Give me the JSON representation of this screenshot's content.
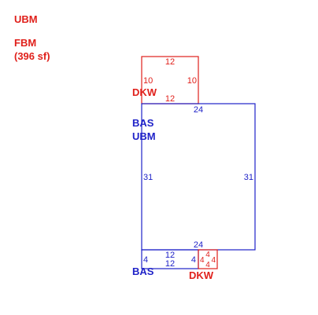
{
  "colors": {
    "red": "#e0201b",
    "blue": "#1f22c8"
  },
  "legend": {
    "line1": "UBM",
    "line2": "FBM",
    "line3": "(396 sf)"
  },
  "areas": {
    "deck_top": {
      "label": "DKW",
      "dims": {
        "top": "12",
        "left": "10",
        "right": "10",
        "bottom": "12"
      }
    },
    "main": {
      "label1": "BAS",
      "label2": "UBM",
      "dims": {
        "top": "24",
        "left": "31",
        "right": "31",
        "bottom": "24"
      }
    },
    "bottom_bas": {
      "label": "BAS",
      "dims": {
        "left": "4",
        "top": "12",
        "bottom": "12",
        "right": "4"
      }
    },
    "deck_small": {
      "label": "DKW",
      "dims": {
        "left": "4",
        "top": "4",
        "right": "4",
        "bottom": "4"
      }
    }
  }
}
